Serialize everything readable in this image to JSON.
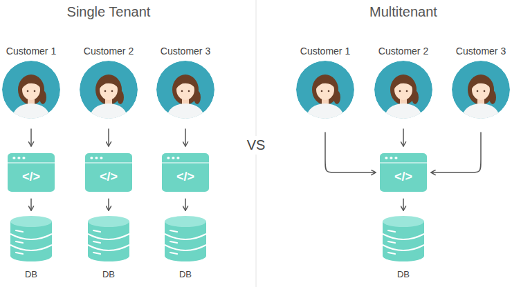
{
  "diagram": {
    "nodes": [
      {
        "text": [
          "Customer 1"
        ]
      },
      {
        "text": [
          "Customer 2"
        ]
      },
      {
        "text": [
          "Customer 3"
        ]
      },
      {
        "text": [
          "Customer 1"
        ]
      },
      {
        "text": [
          "Customer 2"
        ]
      },
      {
        "text": [
          "Customer 3"
        ]
      },
      {
        "text": [
          "</>"
        ]
      },
      {
        "text": [
          "</>"
        ]
      },
      {
        "text": [
          "</>"
        ]
      },
      {
        "text": [
          "</>"
        ]
      },
      {
        "text": [
          "DB"
        ]
      },
      {
        "text": [
          "DB"
        ]
      },
      {
        "text": [
          "DB"
        ]
      },
      {
        "text": [
          "DB"
        ]
      }
    ],
    "edges": [
      {
        "from": 0,
        "to": 6,
        "arrow": "to"
      },
      {
        "from": 1,
        "to": 7,
        "arrow": "to"
      },
      {
        "from": 2,
        "to": 8,
        "arrow": "to"
      },
      {
        "from": 6,
        "to": 10,
        "arrow": "to"
      },
      {
        "from": 7,
        "to": 11,
        "arrow": "to"
      },
      {
        "from": 8,
        "to": 12,
        "arrow": "to"
      },
      {
        "from": 3,
        "to": 9,
        "arrow": "to"
      },
      {
        "from": 4,
        "to": 9,
        "arrow": "to"
      },
      {
        "from": 5,
        "to": 9,
        "arrow": "to"
      },
      {
        "from": 9,
        "to": 13,
        "arrow": "to"
      }
    ],
    "labels": [
      "Single Tenant",
      "Multitenant",
      "VS"
    ]
  }
}
